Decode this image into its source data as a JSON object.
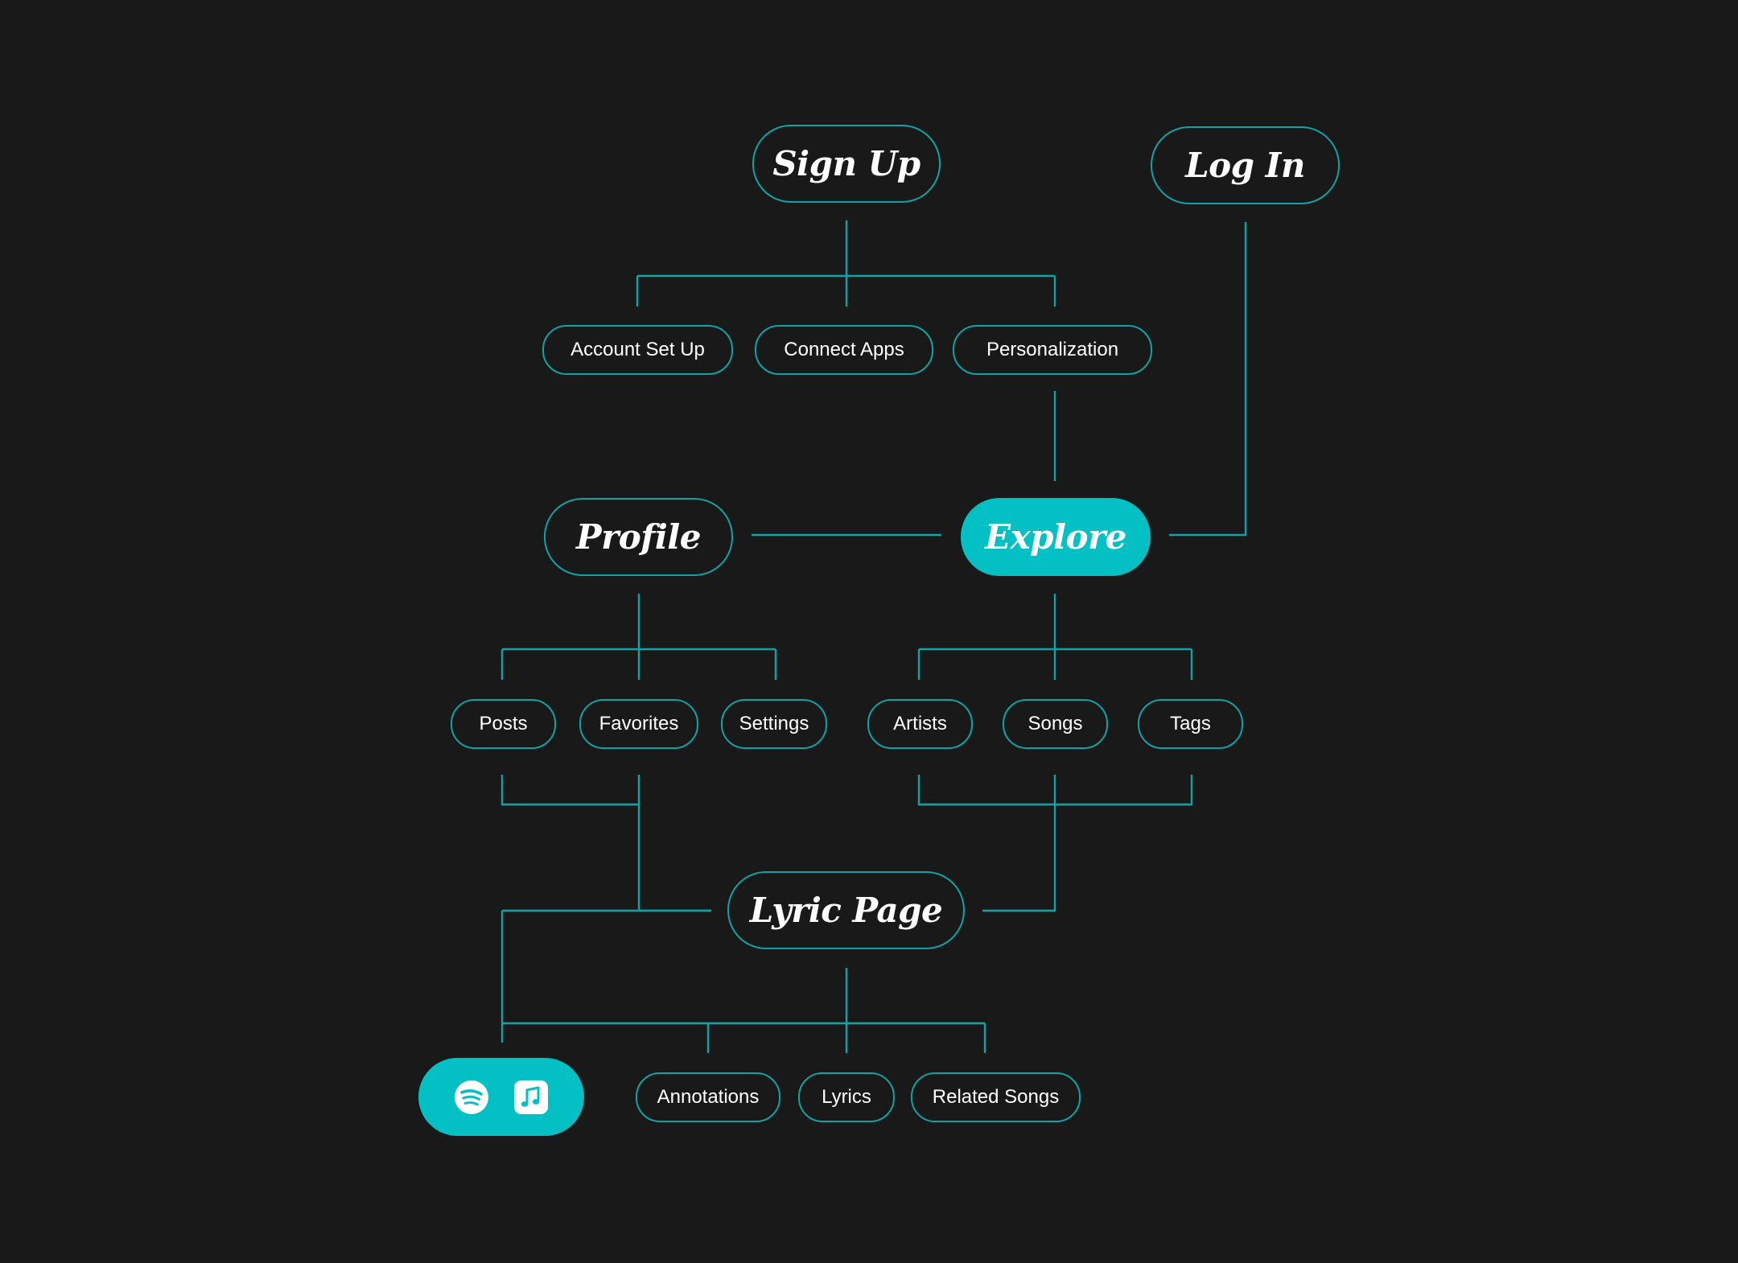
{
  "colors": {
    "background": "#191919",
    "accent": "#02c0c4",
    "line": "#0fa3a6",
    "text": "#ffffff"
  },
  "nodes": {
    "sign_up": "Sign Up",
    "log_in": "Log In",
    "account_set_up": "Account Set Up",
    "connect_apps": "Connect Apps",
    "personalization": "Personalization",
    "profile": "Profile",
    "explore": "Explore",
    "posts": "Posts",
    "favorites": "Favorites",
    "settings": "Settings",
    "artists": "Artists",
    "songs": "Songs",
    "tags": "Tags",
    "lyric_page": "Lyric Page",
    "annotations": "Annotations",
    "lyrics": "Lyrics",
    "related_songs": "Related Songs"
  },
  "music_apps": {
    "icons": [
      "spotify-icon",
      "apple-music-icon"
    ]
  }
}
